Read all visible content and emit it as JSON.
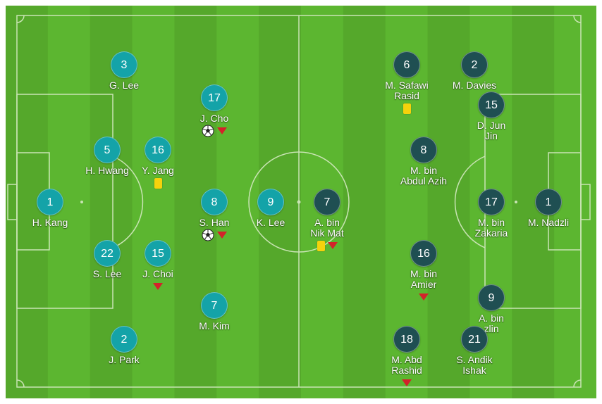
{
  "colors": {
    "pitch_light": "#5cb630",
    "pitch_dark": "#55a82b",
    "line": "#c9e4b4",
    "home_disc": "#14a3a8",
    "away_disc": "#1f4f52",
    "sub_arrow": "#d3222a",
    "yellow_card": "#f5d20c"
  },
  "teams": {
    "home": {
      "players": [
        {
          "number": "1",
          "name": [
            "H. Kang"
          ],
          "events": []
        },
        {
          "number": "3",
          "name": [
            "G. Lee"
          ],
          "events": []
        },
        {
          "number": "5",
          "name": [
            "H. Hwang"
          ],
          "events": []
        },
        {
          "number": "22",
          "name": [
            "S. Lee"
          ],
          "events": []
        },
        {
          "number": "2",
          "name": [
            "J. Park"
          ],
          "events": []
        },
        {
          "number": "16",
          "name": [
            "Y. Jang"
          ],
          "events": [
            "yellow-card"
          ]
        },
        {
          "number": "15",
          "name": [
            "J. Choi"
          ],
          "events": [
            "sub-off"
          ]
        },
        {
          "number": "17",
          "name": [
            "J. Cho"
          ],
          "events": [
            "goal",
            "sub-off"
          ]
        },
        {
          "number": "8",
          "name": [
            "S. Han"
          ],
          "events": [
            "goal",
            "sub-off"
          ]
        },
        {
          "number": "7",
          "name": [
            "M. Kim"
          ],
          "events": []
        },
        {
          "number": "9",
          "name": [
            "K. Lee"
          ],
          "events": []
        }
      ]
    },
    "away": {
      "players": [
        {
          "number": "7",
          "name": [
            "A. bin",
            "Nik Mat"
          ],
          "events": [
            "yellow-card",
            "sub-off"
          ]
        },
        {
          "number": "6",
          "name": [
            "M. Safawi",
            "Rasid"
          ],
          "events": [
            "yellow-card"
          ]
        },
        {
          "number": "8",
          "name": [
            "M. bin",
            "Abdul Azih"
          ],
          "events": []
        },
        {
          "number": "16",
          "name": [
            "M. bin",
            "Amier"
          ],
          "events": [
            "sub-off"
          ]
        },
        {
          "number": "18",
          "name": [
            "M. Abd",
            "Rashid"
          ],
          "events": [
            "sub-off"
          ]
        },
        {
          "number": "2",
          "name": [
            "M. Davies"
          ],
          "events": []
        },
        {
          "number": "15",
          "name": [
            "D. Jun",
            "Jin"
          ],
          "events": []
        },
        {
          "number": "17",
          "name": [
            "M. bin",
            "Zakaria"
          ],
          "events": []
        },
        {
          "number": "9",
          "name": [
            "A. bin",
            "zlin"
          ],
          "events": []
        },
        {
          "number": "21",
          "name": [
            "S. Andik",
            "Ishak"
          ],
          "events": []
        },
        {
          "number": "1",
          "name": [
            "M. Nadzli"
          ],
          "events": []
        }
      ]
    }
  }
}
